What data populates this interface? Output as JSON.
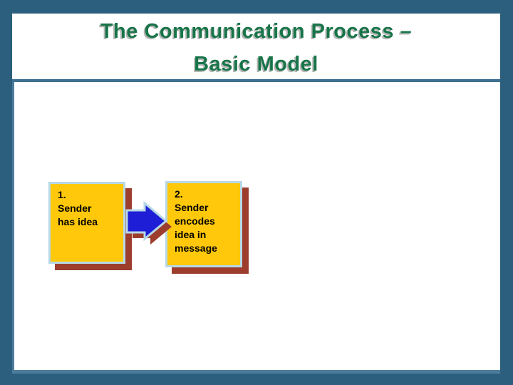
{
  "slide": {
    "title": "The Communication Process –\nBasic Model",
    "boxes": [
      {
        "label": "1.\nSender\nhas idea"
      },
      {
        "label": "2.\nSender\nencodes\nidea in\nmessage"
      }
    ],
    "icons": {
      "flow_arrow": "right-arrow"
    },
    "colors": {
      "background": "#2C5F7D",
      "slide_surface": "#FFFFFF",
      "title_text": "#187549",
      "title_divider": "#3E7093",
      "frame_lines": "#4C7C9B",
      "box_fill": "#FFC80A",
      "box_border": "#B7D8E7",
      "box_text": "#000000",
      "shadow": "#9C3D2E",
      "arrow_fill": "#1E1ED6"
    }
  }
}
